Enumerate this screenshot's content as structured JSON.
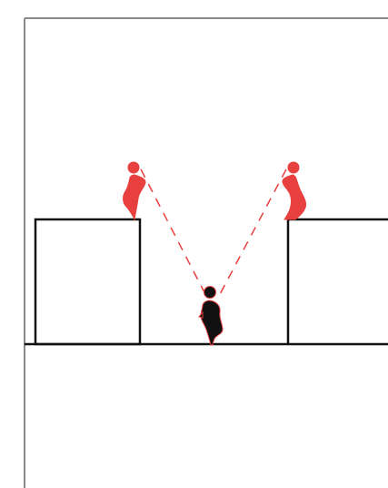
{
  "diagram": {
    "colors": {
      "background": "#ffffff",
      "frame": "#8a8a8a",
      "structure": "#111111",
      "observer": "#111111",
      "observed": "#e8403f",
      "sightline": "#e8403f"
    },
    "figures": [
      {
        "role": "observed",
        "icon": "person-icon",
        "color_key": "observed"
      },
      {
        "role": "observed",
        "icon": "person-icon",
        "color_key": "observed"
      },
      {
        "role": "observer",
        "icon": "person-icon",
        "color_key": "observer"
      }
    ],
    "sightlines": [
      {
        "style": "dashed",
        "color_key": "sightline"
      },
      {
        "style": "dashed",
        "color_key": "sightline"
      }
    ]
  }
}
